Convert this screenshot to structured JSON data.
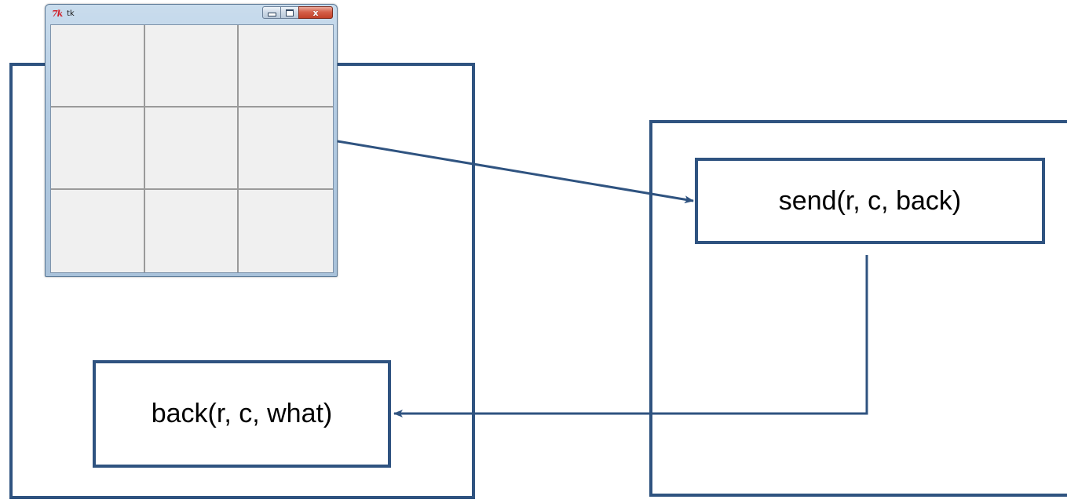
{
  "diagram": {
    "send_label": "send(r, c, back)",
    "back_label": "back(r, c, what)",
    "line_color": "#2f5380"
  },
  "tk_window": {
    "title": "tk",
    "logo_text": "7k",
    "close_glyph": "x",
    "cells": [
      {
        "row": 1,
        "col": 1
      },
      {
        "row": 1,
        "col": 2
      },
      {
        "row": 1,
        "col": 3
      },
      {
        "row": 2,
        "col": 1
      },
      {
        "row": 2,
        "col": 2
      },
      {
        "row": 2,
        "col": 3
      },
      {
        "row": 3,
        "col": 1
      },
      {
        "row": 3,
        "col": 2
      },
      {
        "row": 3,
        "col": 3
      }
    ]
  }
}
